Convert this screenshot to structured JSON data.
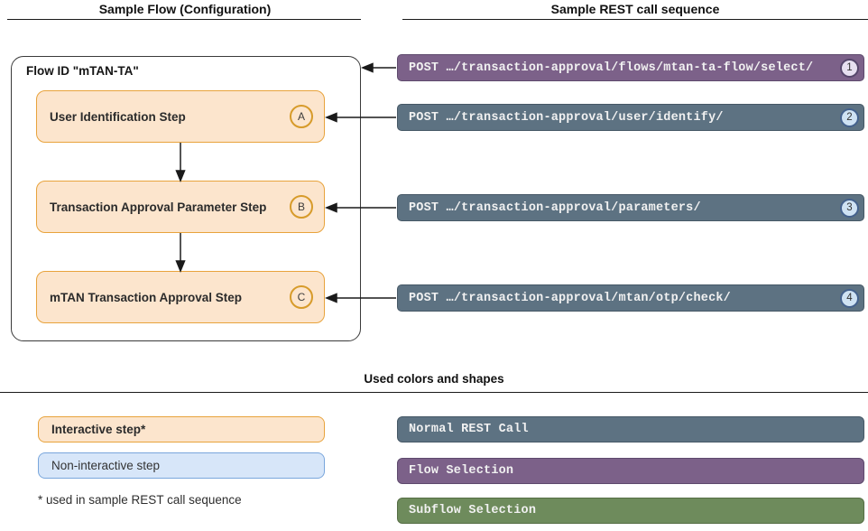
{
  "headers": {
    "left": "Sample Flow (Configuration)",
    "right": "Sample REST call sequence",
    "legend": "Used colors and shapes"
  },
  "flow": {
    "title": "Flow ID \"mTAN-TA\"",
    "steps": [
      {
        "label": "User Identification Step",
        "badge": "A"
      },
      {
        "label": "Transaction Approval Parameter Step",
        "badge": "B"
      },
      {
        "label": "mTAN Transaction Approval Step",
        "badge": "C"
      }
    ]
  },
  "rest_calls": [
    {
      "method": "POST",
      "path": "…/transaction-approval/flows/mtan-ta-flow/select/",
      "seq": "1",
      "type": "flow-selection"
    },
    {
      "method": "POST",
      "path": "…/transaction-approval/user/identify/",
      "seq": "2",
      "type": "normal"
    },
    {
      "method": "POST",
      "path": "…/transaction-approval/parameters/",
      "seq": "3",
      "type": "normal"
    },
    {
      "method": "POST",
      "path": "…/transaction-approval/mtan/otp/check/",
      "seq": "4",
      "type": "normal"
    }
  ],
  "legend": {
    "interactive_step": "Interactive step*",
    "non_interactive_step": "Non-interactive step",
    "footnote": "* used in sample REST call sequence",
    "normal_rest_call": "Normal REST Call",
    "flow_selection": "Flow Selection",
    "subflow_selection": "Subflow Selection"
  },
  "colors": {
    "interactive_fill": "#fce5cd",
    "interactive_border": "#e8a33c",
    "step_badge_ring": "#d79b2a",
    "non_interactive_fill": "#d7e6f9",
    "non_interactive_border": "#79a6dc",
    "normal_rest_call": "#5d7282",
    "flow_selection": "#7c6189",
    "subflow_selection": "#6e8b5c",
    "rest_text": "#f1f1f1",
    "seq_badge_purple_fill": "#e7dff0",
    "seq_badge_purple_ring": "#56466b",
    "seq_badge_blue_fill": "#cfe2f3",
    "seq_badge_blue_ring": "#44618c"
  }
}
